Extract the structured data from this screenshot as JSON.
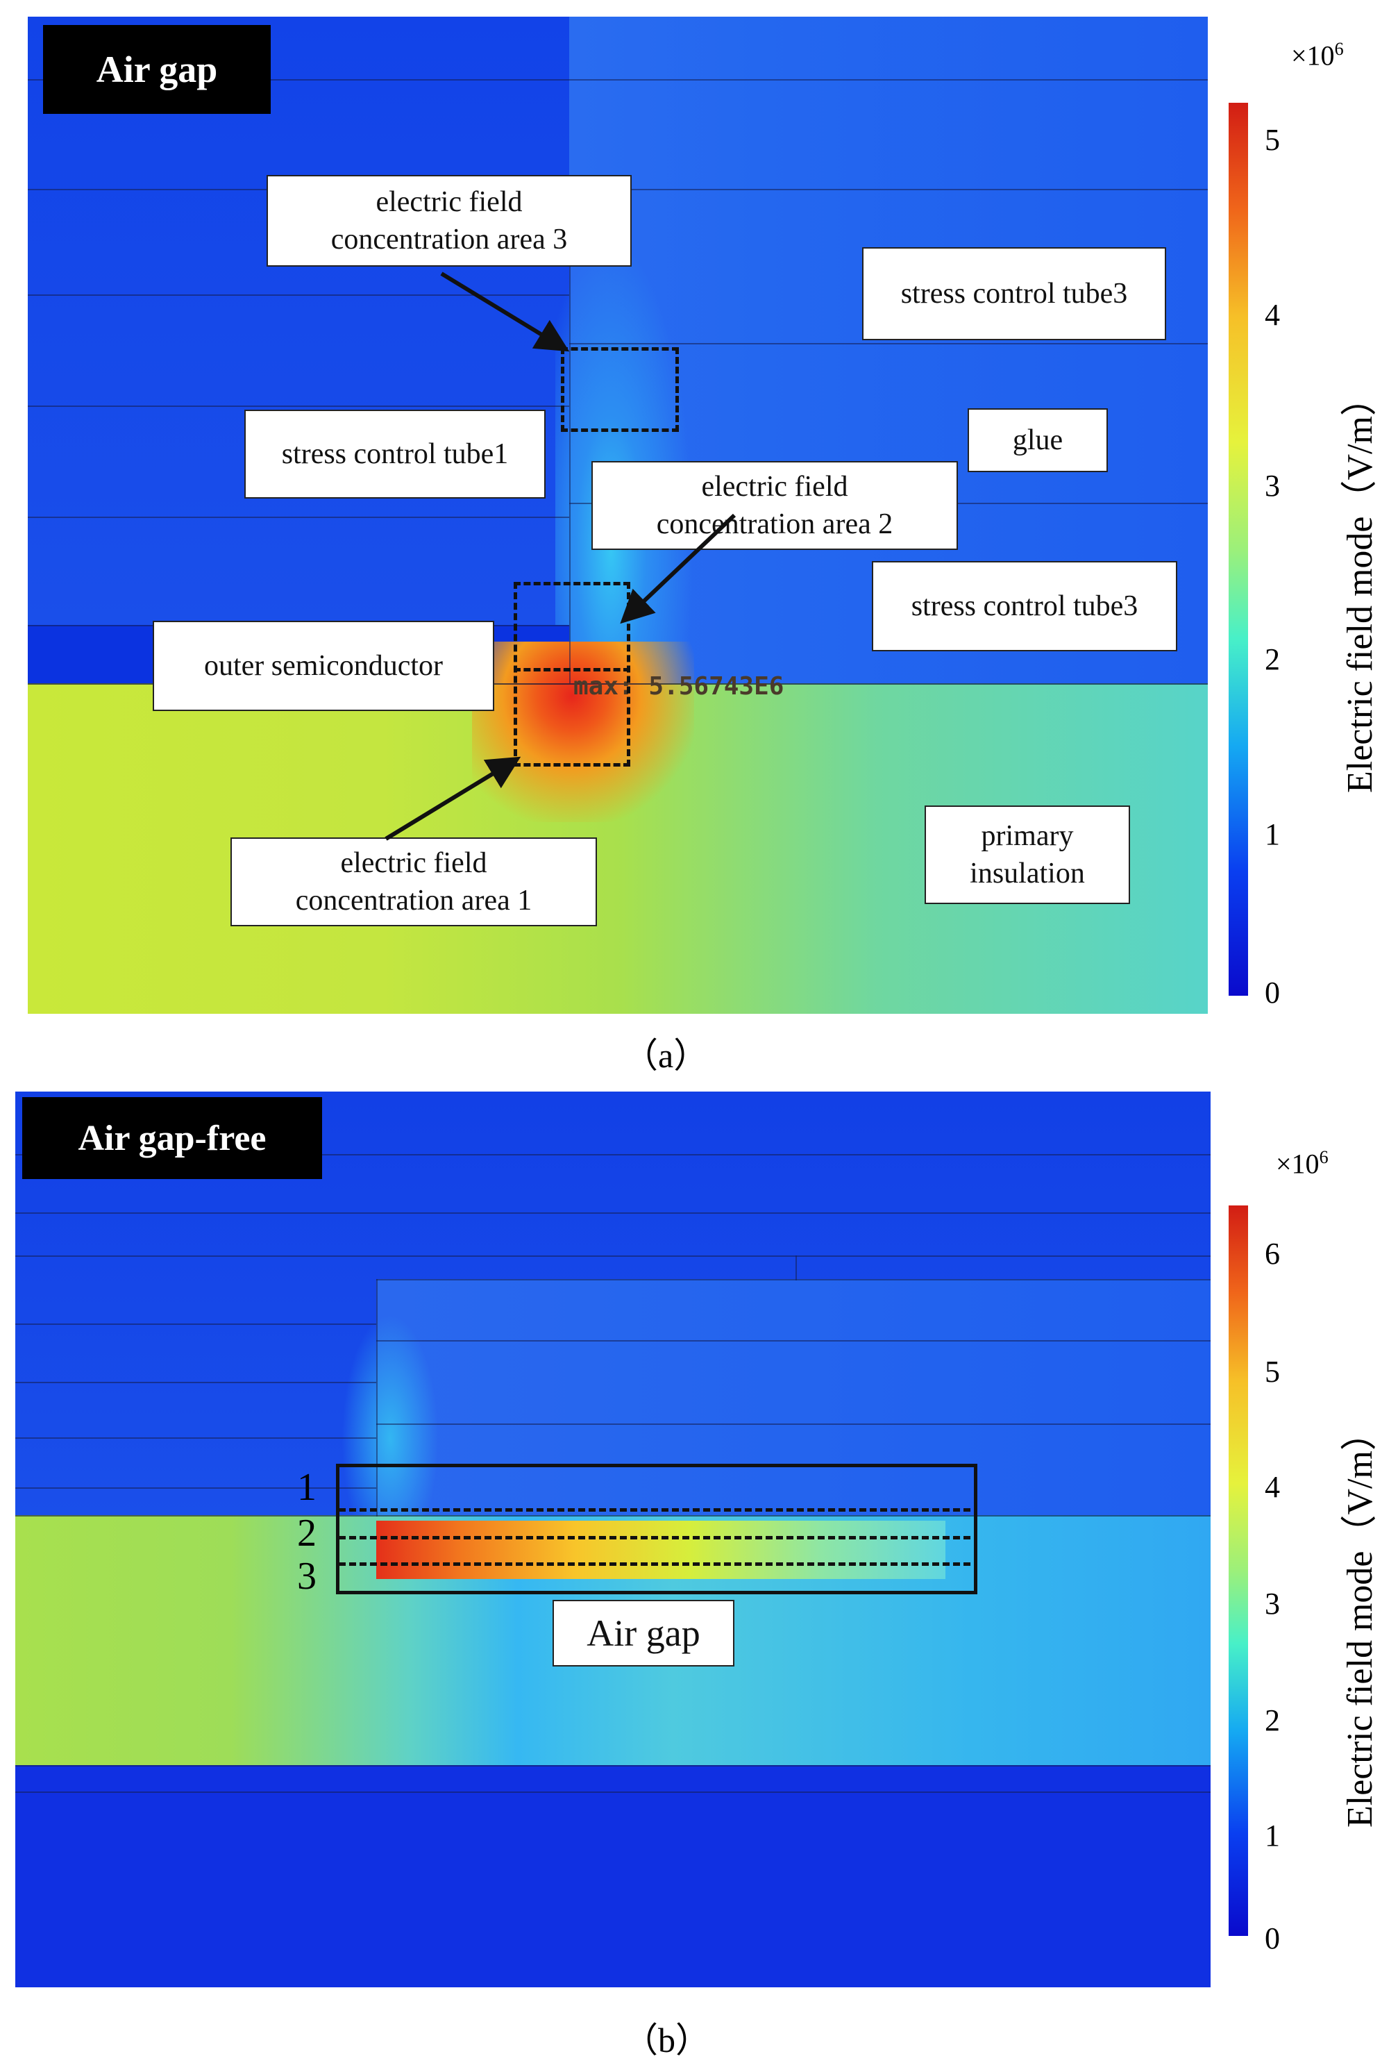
{
  "panel_a": {
    "tag": "Air gap",
    "max_annotation": "max: 5.56743E6",
    "labels": {
      "area3": "electric field\nconcentration area 3",
      "tube3_top": "stress control tube3",
      "tube1": "stress control tube1",
      "glue": "glue",
      "area2": "electric field\nconcentration area 2",
      "tube3_mid": "stress control tube3",
      "outer_semi": "outer semiconductor",
      "area1": "electric field\nconcentration area 1",
      "primary": "primary\ninsulation"
    },
    "colorbar": {
      "exponent": "×10",
      "exponent_sup": "6",
      "ticks": [
        "5",
        "4",
        "3",
        "2",
        "1",
        "0"
      ],
      "label": "Electric field mode（V/m）"
    },
    "caption": "（a）"
  },
  "panel_b": {
    "tag": "Air gap-free",
    "row_labels": [
      "1",
      "2",
      "3"
    ],
    "air_gap_label": "Air gap",
    "colorbar": {
      "exponent": "×10",
      "exponent_sup": "6",
      "ticks": [
        "6",
        "5",
        "4",
        "3",
        "2",
        "1",
        "0"
      ],
      "label": "Electric field mode（V/m）"
    },
    "caption": "（b）"
  },
  "colors": {
    "field_low": "#0a3fe6",
    "field_high": "#e8281a",
    "insulation": "#a8e24a"
  }
}
